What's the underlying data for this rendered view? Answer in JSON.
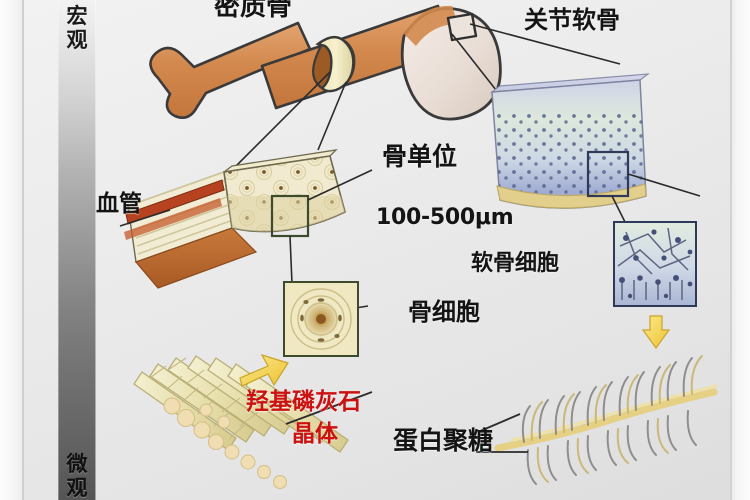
{
  "figure": {
    "title_hidden_top": "密质骨",
    "scale_axis": {
      "top_label": "宏观",
      "bottom_label": "微观",
      "gradient_from": "#f2f2f2",
      "gradient_to": "#555555"
    },
    "background": "#ececec"
  },
  "labels": {
    "compact_bone": "密质骨",
    "articular_cartilage": "关节软骨",
    "blood_vessel": "血管",
    "osteon": "骨单位",
    "osteon_size": "100-500μm",
    "chondrocyte": "软骨细胞",
    "osteocyte": "骨细胞",
    "hydroxyapatite_line1": "羟基磷灰石",
    "hydroxyapatite_line2": "晶体",
    "proteoglycan": "蛋白聚糖"
  },
  "colors": {
    "bone_fill": "#d2884c",
    "bone_fill_light": "#e0a271",
    "bone_outline": "#3a3a3a",
    "cortical_block": "#f0ead0",
    "cortical_band": "#ddd4a8",
    "marrow": "#b9682f",
    "cartilage_top": "#cdd0e6",
    "cartilage_mid": "#d8e4d8",
    "cartilage_low": "#aab4d6",
    "cartilage_base": "#e2cf8c",
    "crystal": "#ece7c2",
    "crystal_bead": "#efddb4",
    "proteoglycan_core": "#ebd98a",
    "proteoglycan_chain": "#8a8a8a",
    "label_red": "#cc1111",
    "leader_line": "#2b2b2b"
  },
  "callouts": [
    {
      "name": "compact-bone-callout",
      "from": "bone-shaft-ring",
      "to": "cortical-block"
    },
    {
      "name": "articular-cartilage-callout",
      "from": "joint-head",
      "to": "cartilage-block"
    },
    {
      "name": "osteon-callout",
      "from": "cortical-block-inset",
      "to": "osteon-inset"
    },
    {
      "name": "chondrocyte-callout",
      "from": "cartilage-block-inset",
      "to": "chondrocyte-inset"
    },
    {
      "name": "hydroxyapatite-callout",
      "from": "collagen-fibril",
      "to": "hydroxyapatite-label"
    },
    {
      "name": "proteoglycan-callout",
      "from": "proteoglycan-label",
      "to": "proteoglycan-aggregate"
    }
  ]
}
